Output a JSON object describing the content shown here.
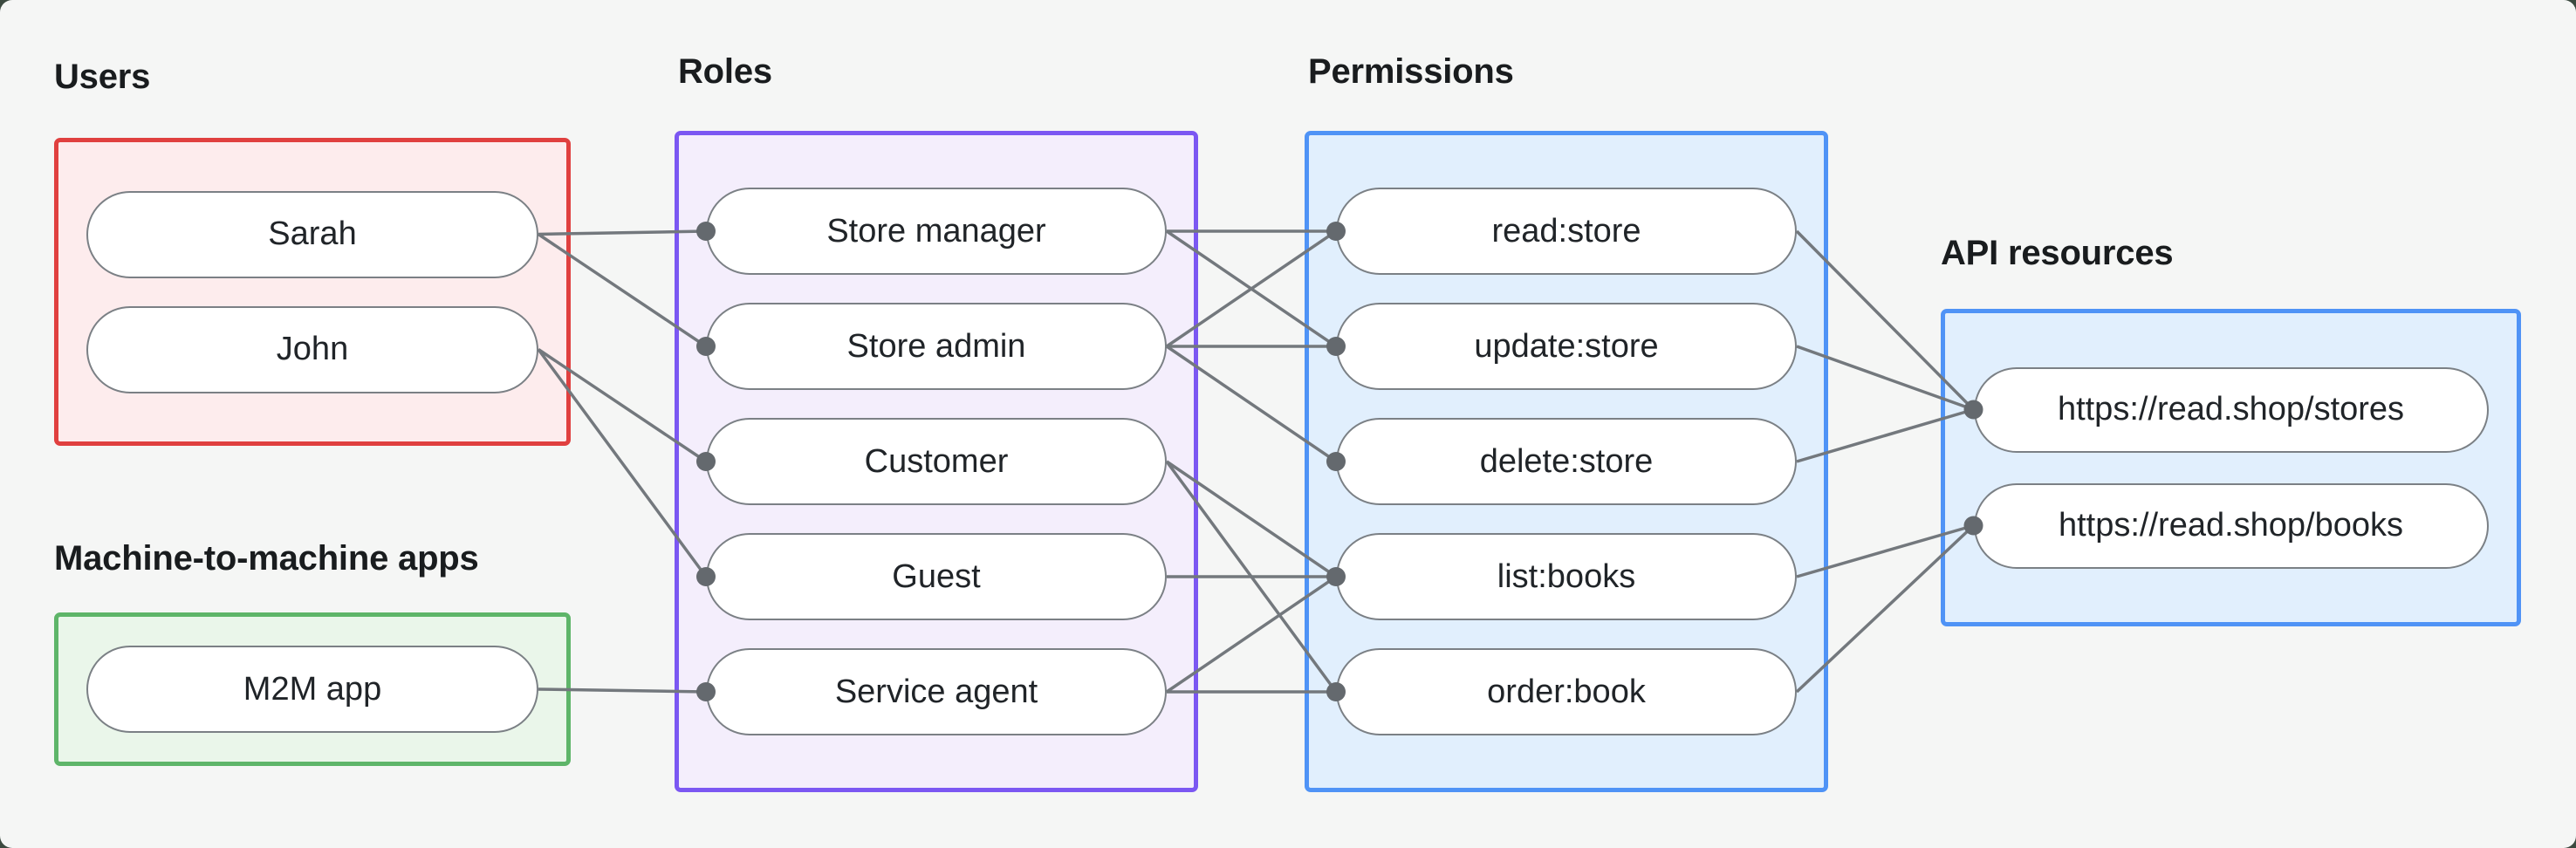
{
  "page": {
    "background": "#f5f6f5",
    "backdrop": "#3c4a40"
  },
  "colors": {
    "edge_line": "#73787d",
    "connection_dot": "#64696e",
    "pill_fill": "#ffffff",
    "pill_border": "#7b8085",
    "pill_text": "#202428",
    "label_text": "#191c1e",
    "users_accent": "#e0403f",
    "users_fill": "#fdeced",
    "roles_accent": "#7b57f2",
    "roles_fill": "#f4eefc",
    "permissions_accent": "#4f93f6",
    "permissions_fill": "#e1effd",
    "api_accent": "#4f93f6",
    "api_fill": "#e1effd",
    "m2m_accent": "#5eb569",
    "m2m_fill": "#eaf6ea"
  },
  "groups": [
    {
      "id": "users",
      "label": "Users",
      "accent": "#e0403f",
      "fill": "#fdeced",
      "nodes": [
        {
          "id": "sarah",
          "label": "Sarah"
        },
        {
          "id": "john",
          "label": "John"
        }
      ]
    },
    {
      "id": "roles",
      "label": "Roles",
      "accent": "#7b57f2",
      "fill": "#f4eefc",
      "nodes": [
        {
          "id": "store-manager",
          "label": "Store manager"
        },
        {
          "id": "store-admin",
          "label": "Store admin"
        },
        {
          "id": "customer",
          "label": "Customer"
        },
        {
          "id": "guest",
          "label": "Guest"
        },
        {
          "id": "service-agent",
          "label": "Service agent"
        }
      ]
    },
    {
      "id": "permissions",
      "label": "Permissions",
      "accent": "#4f93f6",
      "fill": "#e1effd",
      "nodes": [
        {
          "id": "read-store",
          "label": "read:store"
        },
        {
          "id": "update-store",
          "label": "update:store"
        },
        {
          "id": "delete-store",
          "label": "delete:store"
        },
        {
          "id": "list-books",
          "label": "list:books"
        },
        {
          "id": "order-book",
          "label": "order:book"
        }
      ]
    },
    {
      "id": "api-resources",
      "label": "API resources",
      "accent": "#4f93f6",
      "fill": "#e1effd",
      "nodes": [
        {
          "id": "stores-api",
          "label": "https://read.shop/stores"
        },
        {
          "id": "books-api",
          "label": "https://read.shop/books"
        }
      ]
    },
    {
      "id": "m2m",
      "label": "Machine-to-machine apps",
      "accent": "#5eb569",
      "fill": "#eaf6ea",
      "nodes": [
        {
          "id": "m2m-app",
          "label": "M2M app"
        }
      ]
    }
  ],
  "edges": [
    [
      "sarah",
      "store-manager"
    ],
    [
      "sarah",
      "store-admin"
    ],
    [
      "john",
      "customer"
    ],
    [
      "john",
      "guest"
    ],
    [
      "m2m-app",
      "service-agent"
    ],
    [
      "store-manager",
      "read-store"
    ],
    [
      "store-manager",
      "update-store"
    ],
    [
      "store-admin",
      "read-store"
    ],
    [
      "store-admin",
      "update-store"
    ],
    [
      "store-admin",
      "delete-store"
    ],
    [
      "customer",
      "list-books"
    ],
    [
      "customer",
      "order-book"
    ],
    [
      "guest",
      "list-books"
    ],
    [
      "service-agent",
      "list-books"
    ],
    [
      "service-agent",
      "order-book"
    ],
    [
      "read-store",
      "stores-api"
    ],
    [
      "update-store",
      "stores-api"
    ],
    [
      "delete-store",
      "stores-api"
    ],
    [
      "list-books",
      "books-api"
    ],
    [
      "order-book",
      "books-api"
    ]
  ]
}
